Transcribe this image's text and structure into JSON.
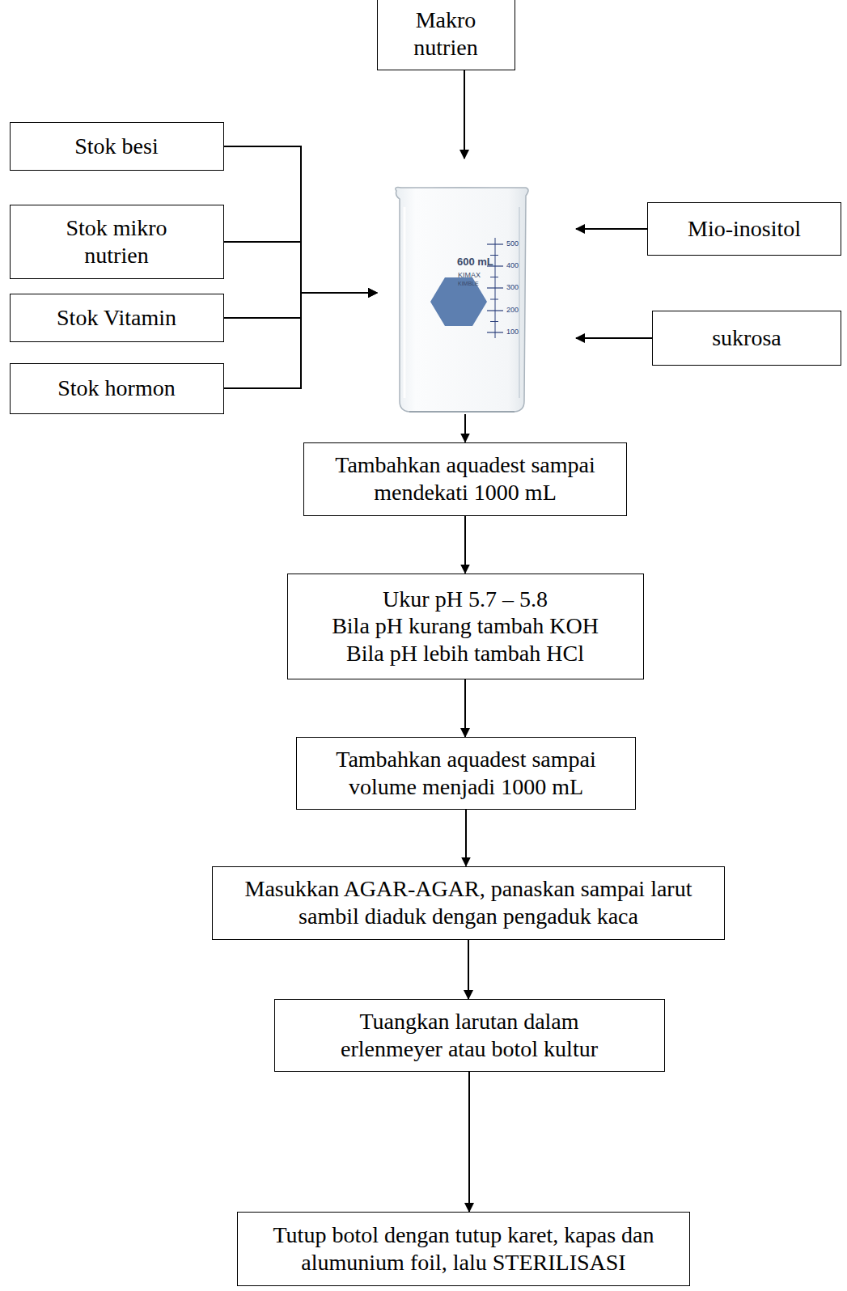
{
  "diagram": {
    "nodes": [
      {
        "text": [
          "Makro nutrien"
        ]
      },
      {
        "text": [
          "Stok besi"
        ]
      },
      {
        "text": [
          "Stok mikro nutrien"
        ]
      },
      {
        "text": [
          "Mio-inositol"
        ]
      },
      {
        "text": [
          "Stok Vitamin"
        ]
      },
      {
        "text": [
          "600 mL",
          "KIMAX",
          "KIMBLE"
        ]
      },
      {
        "text": [
          "sukrosa"
        ]
      },
      {
        "text": [
          "Stok hormon"
        ]
      },
      {
        "text": [
          "Tambahkan aquadest sampai mendekati 1000 mL"
        ]
      },
      {
        "text": [
          "Ukur pH 5.7 – 5.8",
          "Bila pH kurang tambah KOH",
          "Bila pH lebih tambah HCl"
        ]
      },
      {
        "text": [
          "Tambahkan aquadest sampai volume menjadi 1000 mL"
        ]
      },
      {
        "text": [
          "Masukkan AGAR-AGAR, panaskan sampai larut sambil diaduk dengan pengaduk kaca"
        ]
      },
      {
        "text": [
          "Tuangkan larutan dalam erlenmeyer atau botol kultur"
        ]
      },
      {
        "text": [
          "Tutup botol dengan tutup karet, kapas dan alumunium foil, lalu STERILISASI"
        ]
      }
    ],
    "edges": [
      {
        "from": 0,
        "to": 5,
        "arrow": "to"
      },
      {
        "from": 1,
        "to": 5,
        "arrow": "to"
      },
      {
        "from": 2,
        "to": 5,
        "arrow": "to"
      },
      {
        "from": 4,
        "to": 5,
        "arrow": "to"
      },
      {
        "from": 7,
        "to": 5,
        "arrow": "to"
      },
      {
        "from": 3,
        "to": 5,
        "arrow": "to"
      },
      {
        "from": 6,
        "to": 5,
        "arrow": "to"
      },
      {
        "from": 5,
        "to": 8,
        "arrow": "to"
      },
      {
        "from": 8,
        "to": 9,
        "arrow": "to"
      },
      {
        "from": 9,
        "to": 10,
        "arrow": "to"
      },
      {
        "from": 10,
        "to": 11,
        "arrow": "to"
      },
      {
        "from": 11,
        "to": 12,
        "arrow": "to"
      },
      {
        "from": 12,
        "to": 13,
        "arrow": "to"
      }
    ],
    "labels": [
      "500",
      "400",
      "300",
      "200",
      "100"
    ]
  }
}
